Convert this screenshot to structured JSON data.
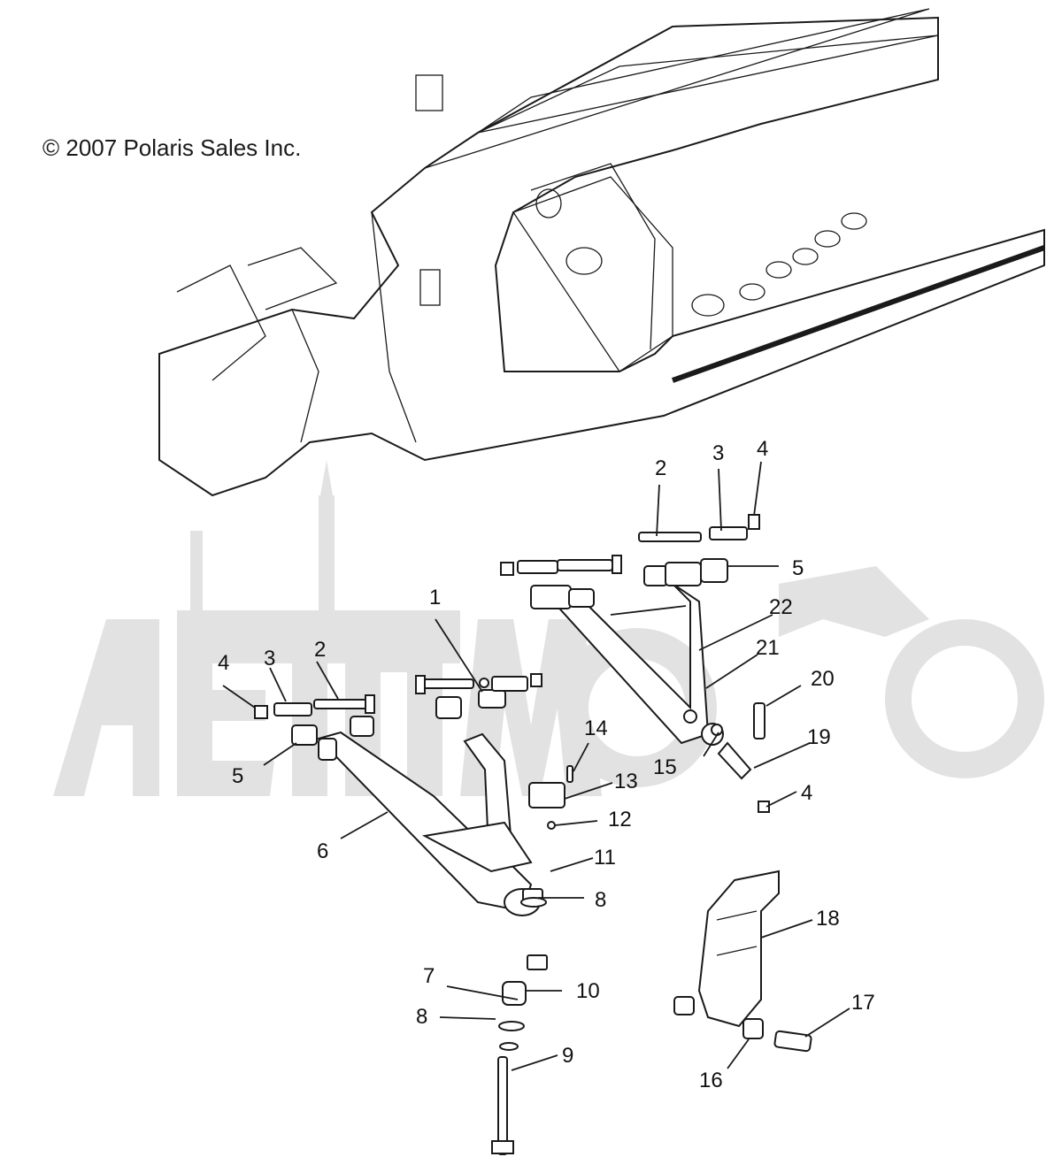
{
  "copyright": "© 2007 Polaris Sales Inc.",
  "callouts": [
    {
      "id": "c1",
      "label": "1"
    },
    {
      "id": "c2a",
      "label": "2"
    },
    {
      "id": "c3a",
      "label": "3"
    },
    {
      "id": "c4a",
      "label": "4"
    },
    {
      "id": "c2b",
      "label": "2"
    },
    {
      "id": "c3b",
      "label": "3"
    },
    {
      "id": "c4b",
      "label": "4"
    },
    {
      "id": "c5a",
      "label": "5"
    },
    {
      "id": "c5b",
      "label": "5"
    },
    {
      "id": "c6",
      "label": "6"
    },
    {
      "id": "c7",
      "label": "7"
    },
    {
      "id": "c8a",
      "label": "8"
    },
    {
      "id": "c8b",
      "label": "8"
    },
    {
      "id": "c9",
      "label": "9"
    },
    {
      "id": "c10",
      "label": "10"
    },
    {
      "id": "c11",
      "label": "11"
    },
    {
      "id": "c12",
      "label": "12"
    },
    {
      "id": "c13",
      "label": "13"
    },
    {
      "id": "c14",
      "label": "14"
    },
    {
      "id": "c15",
      "label": "15"
    },
    {
      "id": "c16",
      "label": "16"
    },
    {
      "id": "c17",
      "label": "17"
    },
    {
      "id": "c18",
      "label": "18"
    },
    {
      "id": "c19",
      "label": "19"
    },
    {
      "id": "c20",
      "label": "20"
    },
    {
      "id": "c21",
      "label": "21"
    },
    {
      "id": "c22",
      "label": "22"
    },
    {
      "id": "c4c",
      "label": "4"
    }
  ]
}
